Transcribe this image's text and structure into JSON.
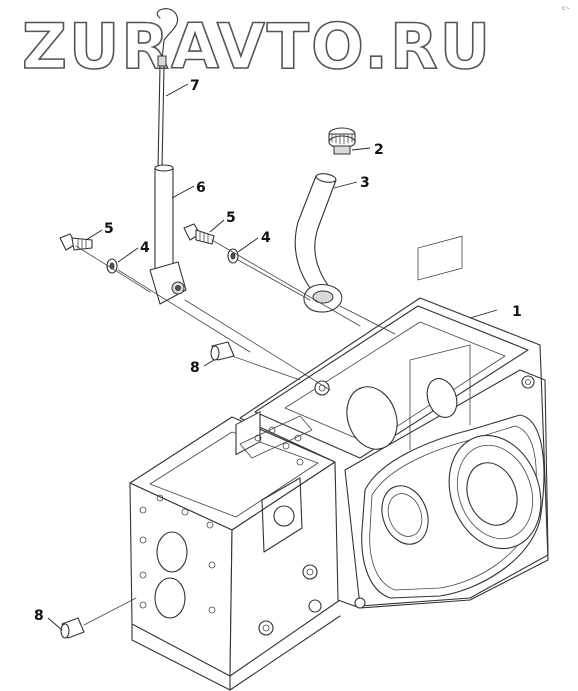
{
  "watermark": "ZURAVTO.RU",
  "corner_mark": "c~",
  "colors": {
    "line": "#333333",
    "background": "#ffffff",
    "watermark_stroke": "#555555"
  },
  "callouts": [
    {
      "id": "callout-1",
      "label": "1"
    },
    {
      "id": "callout-2",
      "label": "2"
    },
    {
      "id": "callout-3",
      "label": "3"
    },
    {
      "id": "callout-4a",
      "label": "4"
    },
    {
      "id": "callout-4b",
      "label": "4"
    },
    {
      "id": "callout-5a",
      "label": "5"
    },
    {
      "id": "callout-5b",
      "label": "5"
    },
    {
      "id": "callout-6",
      "label": "6"
    },
    {
      "id": "callout-7",
      "label": "7"
    },
    {
      "id": "callout-8a",
      "label": "8"
    },
    {
      "id": "callout-8b",
      "label": "8"
    }
  ]
}
